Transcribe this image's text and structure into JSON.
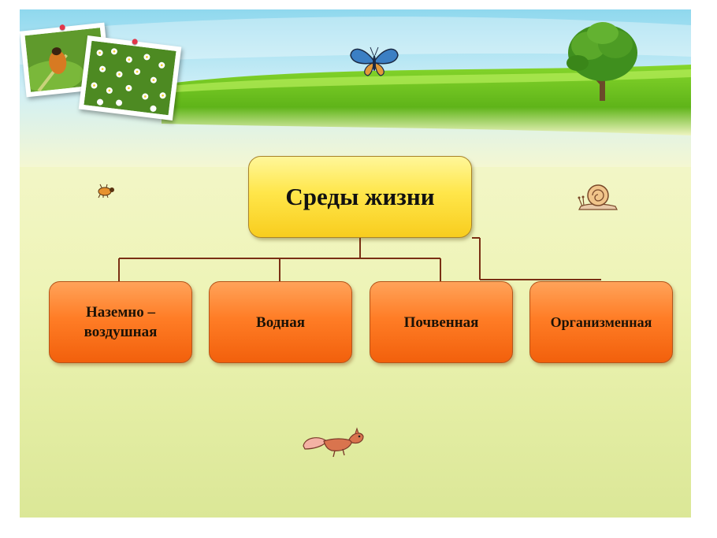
{
  "diagram": {
    "root": {
      "label": "Среды жизни"
    },
    "children": [
      {
        "label": "Наземно – воздушная"
      },
      {
        "label": "Водная"
      },
      {
        "label": "Почвенная"
      },
      {
        "label": "Организменная"
      }
    ]
  },
  "colors": {
    "root_fill": "#ffe64a",
    "child_fill": "#ff7d26",
    "connector": "#7a2f14",
    "grass": "#6cbf1f",
    "sky": "#c9eef7"
  },
  "decor": {
    "photos": [
      "ladybug-photo",
      "chamomile-field-photo"
    ],
    "critters": [
      "butterfly-icon",
      "bug-icon",
      "snail-icon",
      "squirrel-icon",
      "tree-icon"
    ]
  }
}
